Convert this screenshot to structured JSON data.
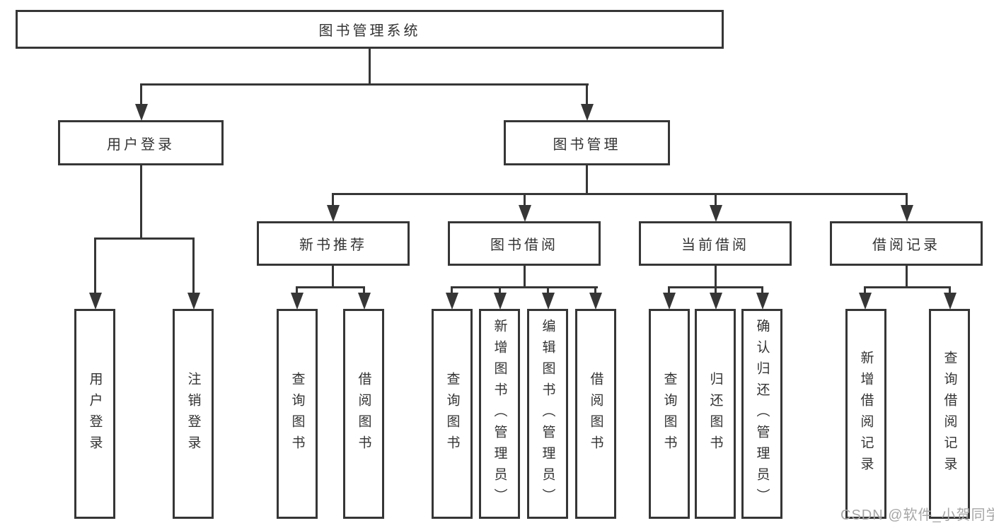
{
  "colors": {
    "line": "#363636",
    "text": "#333333",
    "watermark": "#a6a6a6"
  },
  "nodes": {
    "root": {
      "label": "图书管理系统"
    },
    "level2": [
      {
        "label": "用户登录",
        "parent": "图书管理系统"
      },
      {
        "label": "图书管理",
        "parent": "图书管理系统"
      }
    ],
    "level3": [
      {
        "label": "新书推荐",
        "parent": "图书管理"
      },
      {
        "label": "图书借阅",
        "parent": "图书管理"
      },
      {
        "label": "当前借阅",
        "parent": "图书管理"
      },
      {
        "label": "借阅记录",
        "parent": "图书管理"
      }
    ],
    "leaves": [
      {
        "label": "用户登录",
        "parent": "用户登录"
      },
      {
        "label": "注销登录",
        "parent": "用户登录"
      },
      {
        "label": "查询图书",
        "parent": "新书推荐"
      },
      {
        "label": "借阅图书",
        "parent": "新书推荐"
      },
      {
        "label": "查询图书",
        "parent": "图书借阅"
      },
      {
        "label": "新增图书（管理员）",
        "parent": "图书借阅"
      },
      {
        "label": "编辑图书（管理员）",
        "parent": "图书借阅"
      },
      {
        "label": "借阅图书",
        "parent": "图书借阅"
      },
      {
        "label": "查询图书",
        "parent": "当前借阅"
      },
      {
        "label": "归还图书",
        "parent": "当前借阅"
      },
      {
        "label": "确认归还（管理员）",
        "parent": "当前借阅"
      },
      {
        "label": "新增借阅记录",
        "parent": "借阅记录"
      },
      {
        "label": "查询借阅记录",
        "parent": "借阅记录"
      }
    ]
  },
  "watermark": {
    "text": "CSDN @软件_小贺同学"
  }
}
